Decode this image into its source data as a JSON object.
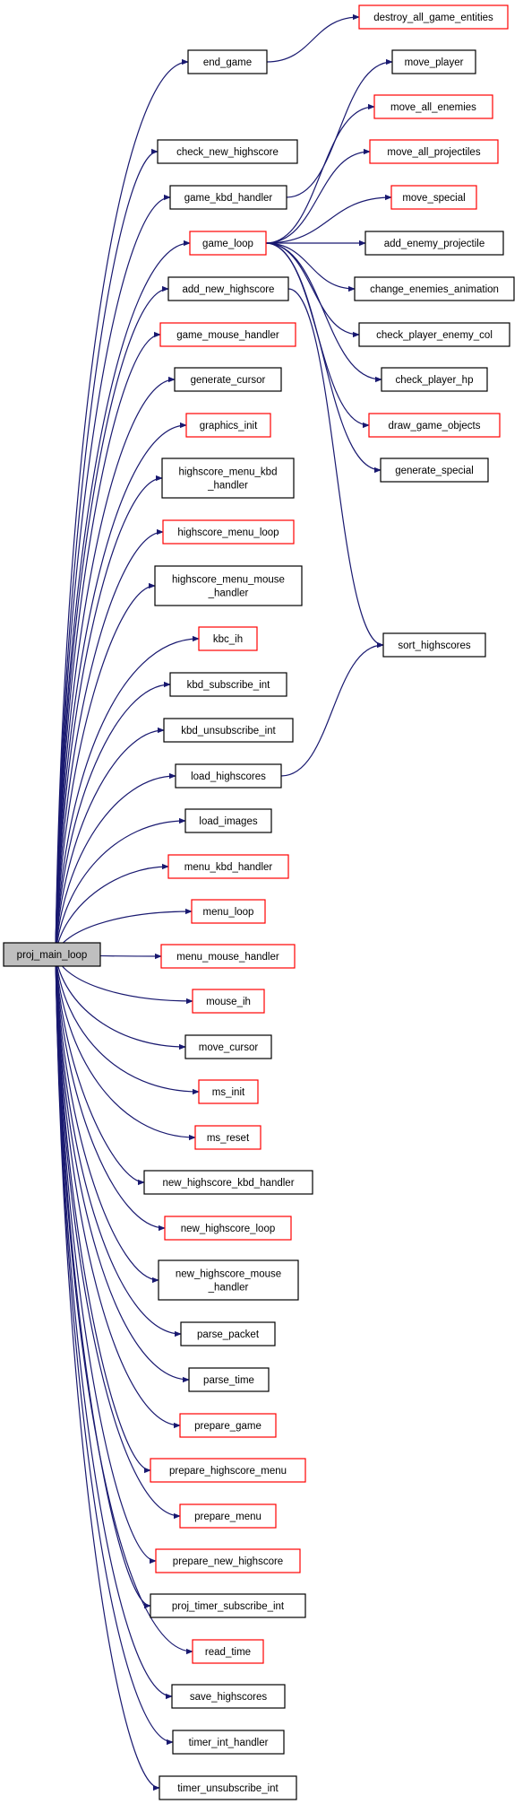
{
  "graph": {
    "edge_color": "#191970",
    "root": {
      "id": "proj_main_loop",
      "lines": [
        "proj_main_loop"
      ],
      "style": "root"
    },
    "nodes": [
      {
        "id": "end_game",
        "lines": [
          "end_game"
        ],
        "style": "black"
      },
      {
        "id": "check_new_highscore",
        "lines": [
          "check_new_highscore"
        ],
        "style": "black"
      },
      {
        "id": "game_kbd_handler",
        "lines": [
          "game_kbd_handler"
        ],
        "style": "black"
      },
      {
        "id": "game_loop",
        "lines": [
          "game_loop"
        ],
        "style": "red"
      },
      {
        "id": "add_new_highscore",
        "lines": [
          "add_new_highscore"
        ],
        "style": "black"
      },
      {
        "id": "game_mouse_handler",
        "lines": [
          "game_mouse_handler"
        ],
        "style": "red"
      },
      {
        "id": "generate_cursor",
        "lines": [
          "generate_cursor"
        ],
        "style": "black"
      },
      {
        "id": "graphics_init",
        "lines": [
          "graphics_init"
        ],
        "style": "red"
      },
      {
        "id": "highscore_menu_kbd_handler",
        "lines": [
          "highscore_menu_kbd",
          "_handler"
        ],
        "style": "black"
      },
      {
        "id": "highscore_menu_loop",
        "lines": [
          "highscore_menu_loop"
        ],
        "style": "red"
      },
      {
        "id": "highscore_menu_mouse_handler",
        "lines": [
          "highscore_menu_mouse",
          "_handler"
        ],
        "style": "black"
      },
      {
        "id": "kbc_ih",
        "lines": [
          "kbc_ih"
        ],
        "style": "red"
      },
      {
        "id": "kbd_subscribe_int",
        "lines": [
          "kbd_subscribe_int"
        ],
        "style": "black"
      },
      {
        "id": "kbd_unsubscribe_int",
        "lines": [
          "kbd_unsubscribe_int"
        ],
        "style": "black"
      },
      {
        "id": "load_highscores",
        "lines": [
          "load_highscores"
        ],
        "style": "black"
      },
      {
        "id": "load_images",
        "lines": [
          "load_images"
        ],
        "style": "black"
      },
      {
        "id": "menu_kbd_handler",
        "lines": [
          "menu_kbd_handler"
        ],
        "style": "red"
      },
      {
        "id": "menu_loop",
        "lines": [
          "menu_loop"
        ],
        "style": "red"
      },
      {
        "id": "menu_mouse_handler",
        "lines": [
          "menu_mouse_handler"
        ],
        "style": "red"
      },
      {
        "id": "mouse_ih",
        "lines": [
          "mouse_ih"
        ],
        "style": "red"
      },
      {
        "id": "move_cursor",
        "lines": [
          "move_cursor"
        ],
        "style": "black"
      },
      {
        "id": "ms_init",
        "lines": [
          "ms_init"
        ],
        "style": "red"
      },
      {
        "id": "ms_reset",
        "lines": [
          "ms_reset"
        ],
        "style": "red"
      },
      {
        "id": "new_highscore_kbd_handler",
        "lines": [
          "new_highscore_kbd_handler"
        ],
        "style": "black"
      },
      {
        "id": "new_highscore_loop",
        "lines": [
          "new_highscore_loop"
        ],
        "style": "red"
      },
      {
        "id": "new_highscore_mouse_handler",
        "lines": [
          "new_highscore_mouse",
          "_handler"
        ],
        "style": "black"
      },
      {
        "id": "parse_packet",
        "lines": [
          "parse_packet"
        ],
        "style": "black"
      },
      {
        "id": "parse_time",
        "lines": [
          "parse_time"
        ],
        "style": "black"
      },
      {
        "id": "prepare_game",
        "lines": [
          "prepare_game"
        ],
        "style": "red"
      },
      {
        "id": "prepare_highscore_menu",
        "lines": [
          "prepare_highscore_menu"
        ],
        "style": "red"
      },
      {
        "id": "prepare_menu",
        "lines": [
          "prepare_menu"
        ],
        "style": "red"
      },
      {
        "id": "prepare_new_highscore",
        "lines": [
          "prepare_new_highscore"
        ],
        "style": "red"
      },
      {
        "id": "proj_timer_subscribe_int",
        "lines": [
          "proj_timer_subscribe_int"
        ],
        "style": "black"
      },
      {
        "id": "read_time",
        "lines": [
          "read_time"
        ],
        "style": "red"
      },
      {
        "id": "save_highscores",
        "lines": [
          "save_highscores"
        ],
        "style": "black"
      },
      {
        "id": "timer_int_handler",
        "lines": [
          "timer_int_handler"
        ],
        "style": "black"
      },
      {
        "id": "timer_unsubscribe_int",
        "lines": [
          "timer_unsubscribe_int"
        ],
        "style": "black"
      },
      {
        "id": "destroy_all_game_entities",
        "lines": [
          "destroy_all_game_entities"
        ],
        "style": "red"
      },
      {
        "id": "move_player",
        "lines": [
          "move_player"
        ],
        "style": "black"
      },
      {
        "id": "move_all_enemies",
        "lines": [
          "move_all_enemies"
        ],
        "style": "red"
      },
      {
        "id": "move_all_projectiles",
        "lines": [
          "move_all_projectiles"
        ],
        "style": "red"
      },
      {
        "id": "move_special",
        "lines": [
          "move_special"
        ],
        "style": "red"
      },
      {
        "id": "add_enemy_projectile",
        "lines": [
          "add_enemy_projectile"
        ],
        "style": "black"
      },
      {
        "id": "change_enemies_animation",
        "lines": [
          "change_enemies_animation"
        ],
        "style": "black"
      },
      {
        "id": "check_player_enemy_col",
        "lines": [
          "check_player_enemy_col"
        ],
        "style": "black"
      },
      {
        "id": "check_player_hp",
        "lines": [
          "check_player_hp"
        ],
        "style": "black"
      },
      {
        "id": "draw_game_objects",
        "lines": [
          "draw_game_objects"
        ],
        "style": "red"
      },
      {
        "id": "generate_special",
        "lines": [
          "generate_special"
        ],
        "style": "black"
      },
      {
        "id": "sort_highscores",
        "lines": [
          "sort_highscores"
        ],
        "style": "black"
      }
    ],
    "edges": [
      [
        "proj_main_loop",
        "end_game"
      ],
      [
        "proj_main_loop",
        "check_new_highscore"
      ],
      [
        "proj_main_loop",
        "game_kbd_handler"
      ],
      [
        "proj_main_loop",
        "game_loop"
      ],
      [
        "proj_main_loop",
        "add_new_highscore"
      ],
      [
        "proj_main_loop",
        "game_mouse_handler"
      ],
      [
        "proj_main_loop",
        "generate_cursor"
      ],
      [
        "proj_main_loop",
        "graphics_init"
      ],
      [
        "proj_main_loop",
        "highscore_menu_kbd_handler"
      ],
      [
        "proj_main_loop",
        "highscore_menu_loop"
      ],
      [
        "proj_main_loop",
        "highscore_menu_mouse_handler"
      ],
      [
        "proj_main_loop",
        "kbc_ih"
      ],
      [
        "proj_main_loop",
        "kbd_subscribe_int"
      ],
      [
        "proj_main_loop",
        "kbd_unsubscribe_int"
      ],
      [
        "proj_main_loop",
        "load_highscores"
      ],
      [
        "proj_main_loop",
        "load_images"
      ],
      [
        "proj_main_loop",
        "menu_kbd_handler"
      ],
      [
        "proj_main_loop",
        "menu_loop"
      ],
      [
        "proj_main_loop",
        "menu_mouse_handler"
      ],
      [
        "proj_main_loop",
        "mouse_ih"
      ],
      [
        "proj_main_loop",
        "move_cursor"
      ],
      [
        "proj_main_loop",
        "ms_init"
      ],
      [
        "proj_main_loop",
        "ms_reset"
      ],
      [
        "proj_main_loop",
        "new_highscore_kbd_handler"
      ],
      [
        "proj_main_loop",
        "new_highscore_loop"
      ],
      [
        "proj_main_loop",
        "new_highscore_mouse_handler"
      ],
      [
        "proj_main_loop",
        "parse_packet"
      ],
      [
        "proj_main_loop",
        "parse_time"
      ],
      [
        "proj_main_loop",
        "prepare_game"
      ],
      [
        "proj_main_loop",
        "prepare_highscore_menu"
      ],
      [
        "proj_main_loop",
        "prepare_menu"
      ],
      [
        "proj_main_loop",
        "prepare_new_highscore"
      ],
      [
        "proj_main_loop",
        "proj_timer_subscribe_int"
      ],
      [
        "proj_main_loop",
        "read_time"
      ],
      [
        "proj_main_loop",
        "save_highscores"
      ],
      [
        "proj_main_loop",
        "timer_int_handler"
      ],
      [
        "proj_main_loop",
        "timer_unsubscribe_int"
      ],
      [
        "end_game",
        "destroy_all_game_entities"
      ],
      [
        "game_kbd_handler",
        "move_player"
      ],
      [
        "game_loop",
        "move_all_enemies"
      ],
      [
        "game_loop",
        "move_all_projectiles"
      ],
      [
        "game_loop",
        "move_special"
      ],
      [
        "game_loop",
        "add_enemy_projectile"
      ],
      [
        "game_loop",
        "change_enemies_animation"
      ],
      [
        "game_loop",
        "check_player_enemy_col"
      ],
      [
        "game_loop",
        "check_player_hp"
      ],
      [
        "game_loop",
        "draw_game_objects"
      ],
      [
        "game_loop",
        "generate_special"
      ],
      [
        "add_new_highscore",
        "sort_highscores"
      ],
      [
        "load_highscores",
        "sort_highscores"
      ]
    ]
  }
}
